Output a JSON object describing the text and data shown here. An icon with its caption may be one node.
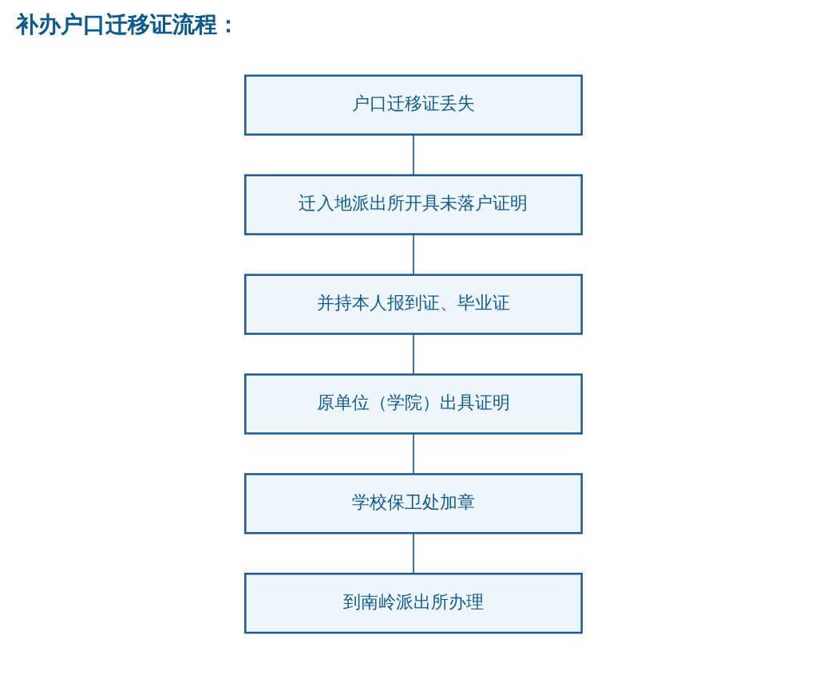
{
  "diagram": {
    "title": "补办户口迁移证流程：",
    "nodes": [
      {
        "text": [
          "户口迁移证丢失"
        ]
      },
      {
        "text": [
          "迁入地派出所开具未落户证明"
        ]
      },
      {
        "text": [
          "并持本人报到证、毕业证"
        ]
      },
      {
        "text": [
          "原单位（学院）出具证明"
        ]
      },
      {
        "text": [
          "学校保卫处加章"
        ]
      },
      {
        "text": [
          "到南岭派出所办理"
        ]
      }
    ],
    "edges": [
      {
        "from": 0,
        "to": 1,
        "arrow": "none"
      },
      {
        "from": 1,
        "to": 2,
        "arrow": "none"
      },
      {
        "from": 2,
        "to": 3,
        "arrow": "none"
      },
      {
        "from": 3,
        "to": 4,
        "arrow": "none"
      },
      {
        "from": 4,
        "to": 5,
        "arrow": "none"
      }
    ]
  }
}
